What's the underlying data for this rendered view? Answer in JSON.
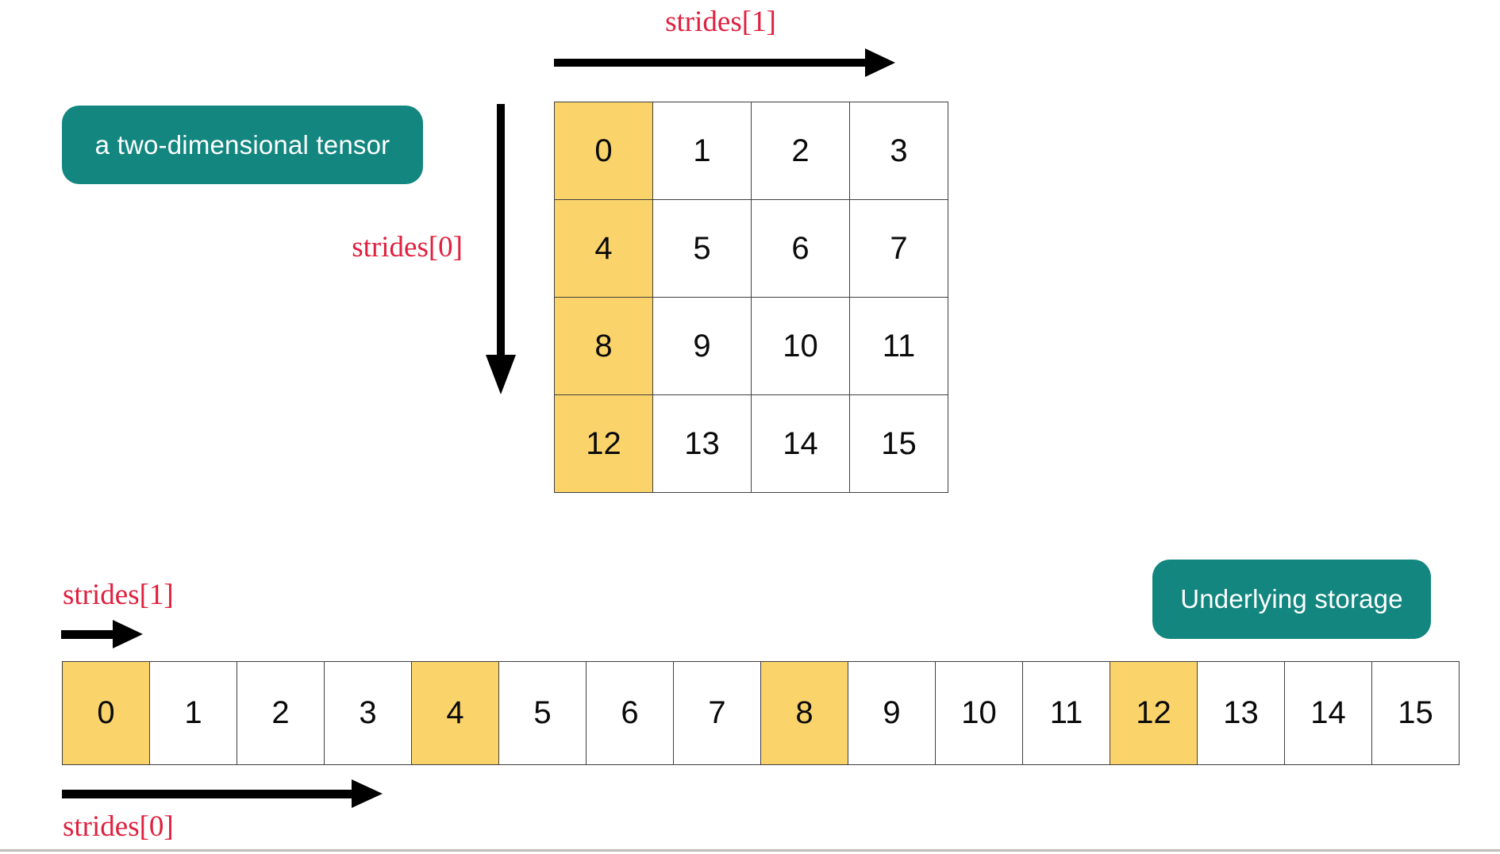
{
  "diagram": {
    "tensor_section": {
      "badge_label": "a two-dimensional tensor",
      "strides1_label": "strides[1]",
      "strides0_label": "strides[0]",
      "grid": {
        "rows": [
          [
            0,
            1,
            2,
            3
          ],
          [
            4,
            5,
            6,
            7
          ],
          [
            8,
            9,
            10,
            11
          ],
          [
            12,
            13,
            14,
            15
          ]
        ],
        "highlighted_column": 0
      }
    },
    "storage_section": {
      "badge_label": "Underlying storage",
      "strides1_label": "strides[1]",
      "strides0_label": "strides[0]",
      "cells": [
        0,
        1,
        2,
        3,
        4,
        5,
        6,
        7,
        8,
        9,
        10,
        11,
        12,
        13,
        14,
        15
      ],
      "highlighted_cells": [
        0,
        4,
        8,
        12
      ]
    },
    "colors": {
      "badge_teal": "#12867F",
      "highlight_yellow": "#FAD46B",
      "label_red": "#E0203E",
      "arrow_black": "#000000",
      "grid_border": "#3F3F3F",
      "bottom_rule": "#C3BDB9"
    }
  }
}
